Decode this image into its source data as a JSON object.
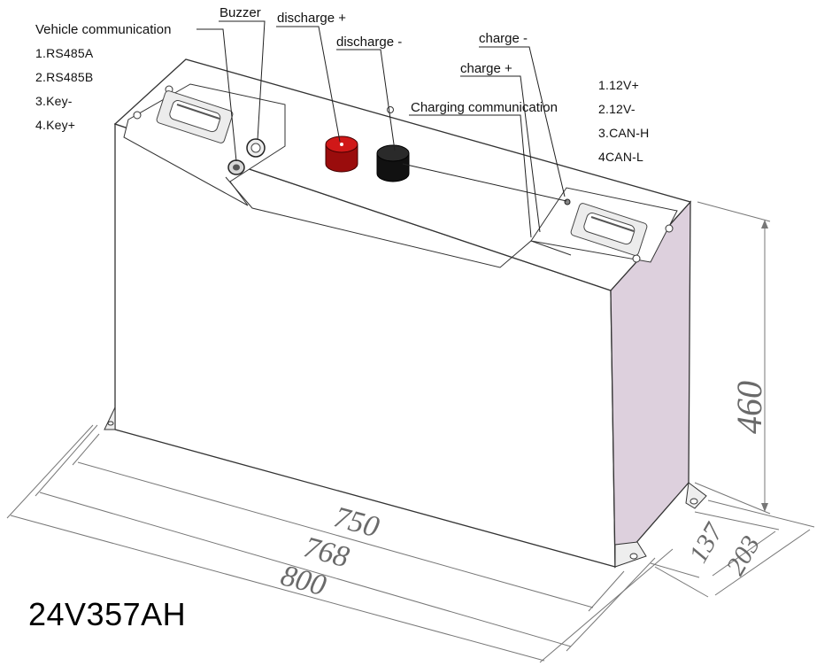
{
  "labels": {
    "vehicle_comm": "Vehicle communication",
    "vehicle_pins": [
      "1.RS485A",
      "2.RS485B",
      "3.Key-",
      "4.Key+"
    ],
    "buzzer": "Buzzer",
    "discharge_pos": "discharge +",
    "discharge_neg": "discharge -",
    "charge_neg": "charge -",
    "charge_pos": "charge +",
    "charging_comm": "Charging communication",
    "charging_pins": [
      "1.12V+",
      "2.12V-",
      "3.CAN-H",
      "4CAN-L"
    ]
  },
  "dimensions": {
    "height": "460",
    "length_inner": "750",
    "length_mid": "768",
    "length_outer": "800",
    "depth_inner": "137",
    "depth_outer": "203"
  },
  "model": "24V357AH",
  "colors": {
    "side_panel": "#ddd0dd",
    "terminal_positive": "#b01010",
    "terminal_negative": "#1a1a1a"
  }
}
